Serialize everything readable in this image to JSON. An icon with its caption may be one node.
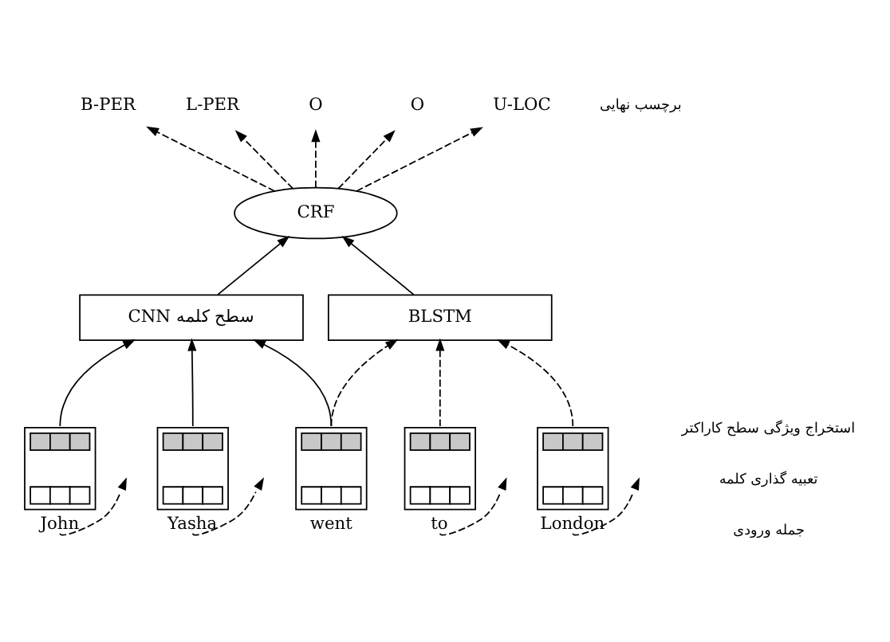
{
  "diagram": {
    "nodes": [
      {
        "text": [
          "B-PER"
        ]
      },
      {
        "text": [
          "L-PER"
        ]
      },
      {
        "text": [
          "O"
        ]
      },
      {
        "text": [
          "O"
        ]
      },
      {
        "text": [
          "U-LOC"
        ]
      },
      {
        "text": [
          "CRF"
        ]
      },
      {
        "text": [
          "CNN سطح کلمه"
        ]
      },
      {
        "text": [
          "BLSTM"
        ]
      },
      {
        "text": [
          "John"
        ]
      },
      {
        "text": [
          "Yasha"
        ]
      },
      {
        "text": [
          "went"
        ]
      },
      {
        "text": [
          "to"
        ]
      },
      {
        "text": [
          "London"
        ]
      }
    ],
    "edges": [
      {
        "from": 5,
        "to": 0,
        "arrow": "to",
        "style": "dashed"
      },
      {
        "from": 5,
        "to": 1,
        "arrow": "to",
        "style": "dashed"
      },
      {
        "from": 5,
        "to": 2,
        "arrow": "to",
        "style": "dashed"
      },
      {
        "from": 5,
        "to": 3,
        "arrow": "to",
        "style": "dashed"
      },
      {
        "from": 5,
        "to": 4,
        "arrow": "to",
        "style": "dashed"
      },
      {
        "from": 6,
        "to": 5,
        "arrow": "to"
      },
      {
        "from": 7,
        "to": 5,
        "arrow": "to"
      },
      {
        "from": 8,
        "to": 6,
        "arrow": "to"
      },
      {
        "from": 8,
        "to": null,
        "arrow": "to",
        "style": "dashed"
      },
      {
        "from": 9,
        "to": 6,
        "arrow": "to"
      },
      {
        "from": 9,
        "to": null,
        "arrow": "to",
        "style": "dashed"
      },
      {
        "from": 10,
        "to": 6,
        "arrow": "to"
      },
      {
        "from": 10,
        "to": 7,
        "arrow": "to",
        "style": "dashed"
      },
      {
        "from": 11,
        "to": 7,
        "arrow": "to",
        "style": "dashed"
      },
      {
        "from": 11,
        "to": null,
        "arrow": "to",
        "style": "dashed"
      },
      {
        "from": 12,
        "to": 7,
        "arrow": "to",
        "style": "dashed"
      },
      {
        "from": 12,
        "to": null,
        "arrow": "to",
        "style": "dashed"
      }
    ],
    "labels": [
      "برچسب نهایی",
      "استخراج ویژگی سطح کاراکتر",
      "تعبیه گذاری کلمه",
      "جمله ورودی"
    ]
  }
}
